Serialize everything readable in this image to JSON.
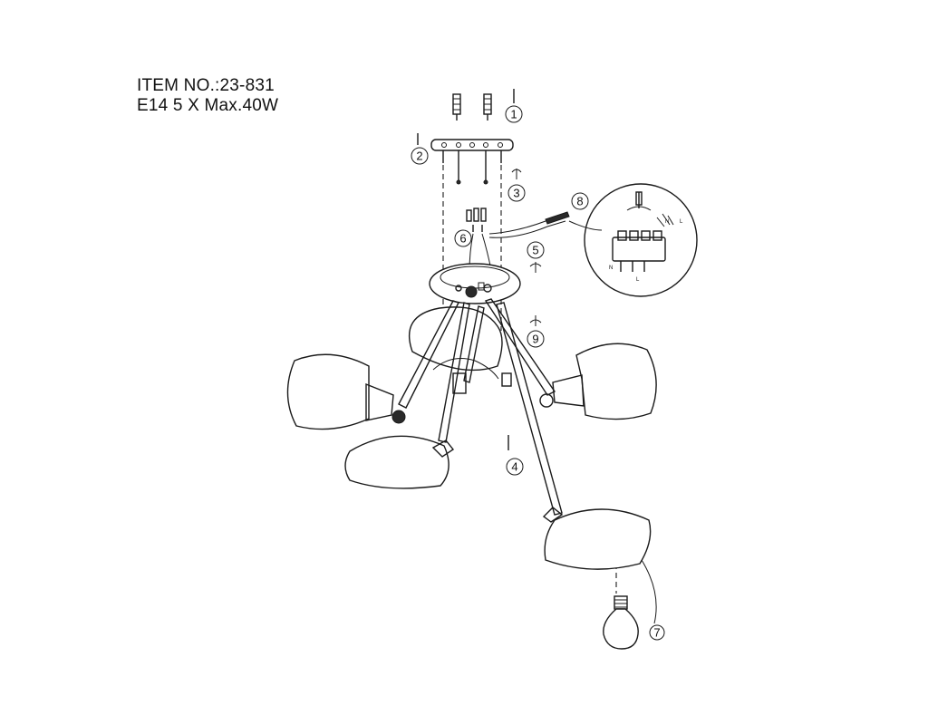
{
  "header": {
    "item_no": "ITEM NO.:23-831",
    "bulb_spec": "E14 5 X Max.40W"
  },
  "callouts": [
    "1",
    "2",
    "3",
    "4",
    "5",
    "6",
    "7",
    "8",
    "9"
  ],
  "terminal_labels": [
    "N",
    "L",
    "N",
    "L"
  ]
}
